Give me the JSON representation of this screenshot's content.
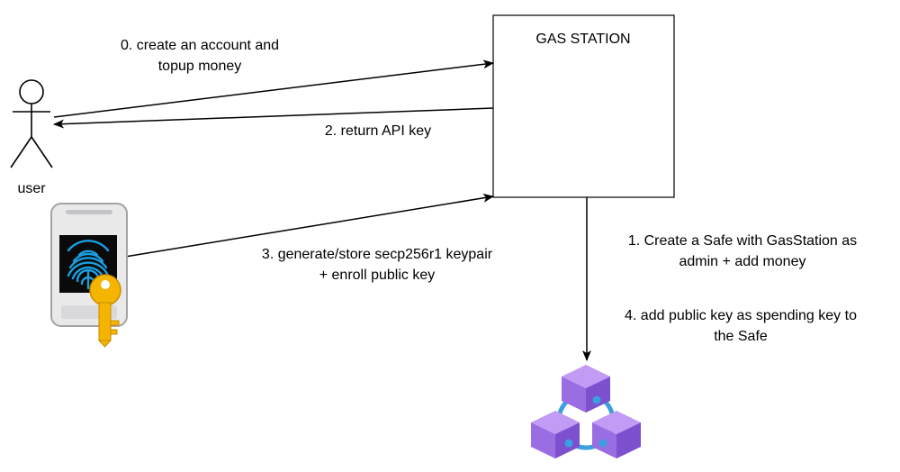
{
  "nodes": {
    "user": {
      "label": "user"
    },
    "gas_station": {
      "label": "GAS STATION"
    }
  },
  "edges": {
    "create_account": {
      "line1": "0. create an account and",
      "line2": "topup money"
    },
    "return_api_key": {
      "line1": "2. return API key"
    },
    "generate_keypair": {
      "line1": "3. generate/store secp256r1 keypair",
      "line2": "+ enroll public key"
    },
    "create_safe": {
      "line1": "1. Create a Safe with GasStation as",
      "line2": "admin + add money"
    },
    "add_public_key": {
      "line1": "4. add public key as spending key to",
      "line2": "the Safe"
    }
  },
  "icons": {
    "user": "user-stick-figure-icon",
    "phone": "phone-fingerprint-icon",
    "key": "key-icon",
    "safe": "blockchain-cubes-icon"
  },
  "colors": {
    "line": "#000000",
    "fingerprint": "#1a9fe0",
    "key": "#f4b400",
    "cube_top": "#b48cf0",
    "cube_side": "#8a5ed8",
    "cube_dark": "#6e43bf",
    "connector": "#3aa0e0"
  }
}
